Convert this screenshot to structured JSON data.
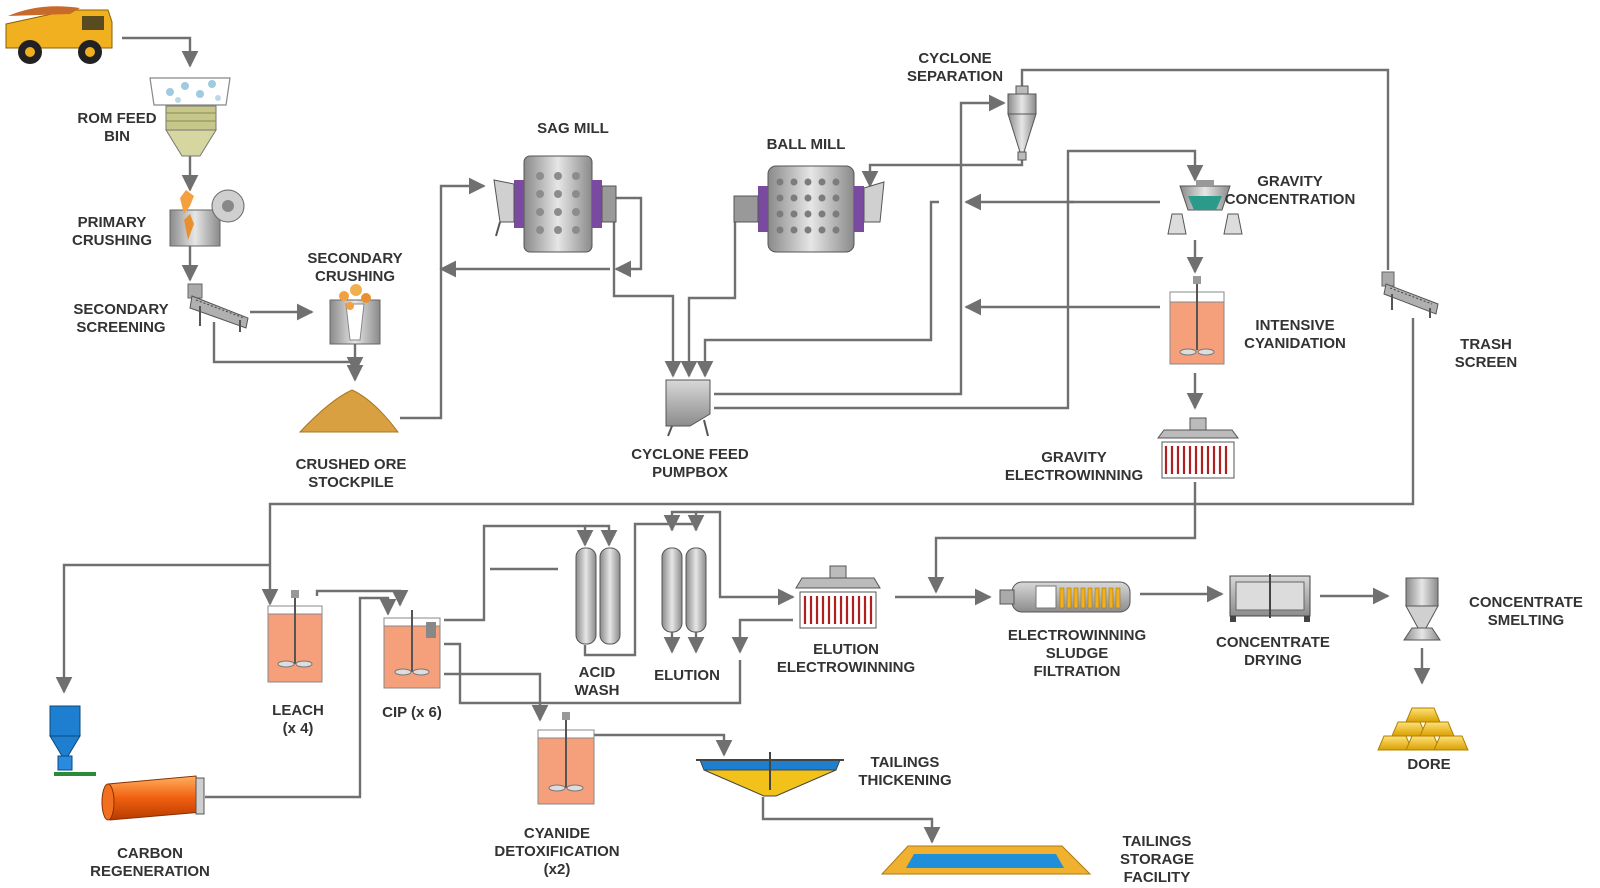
{
  "labels": {
    "rom_feed_bin": "ROM FEED\nBIN",
    "primary_crushing": "PRIMARY\nCRUSHING",
    "secondary_screening": "SECONDARY\nSCREENING",
    "secondary_crushing": "SECONDARY\nCRUSHING",
    "crushed_ore_stockpile": "CRUSHED ORE\nSTOCKPILE",
    "sag_mill": "SAG MILL",
    "ball_mill": "BALL MILL",
    "cyclone_separation": "CYCLONE\nSEPARATION",
    "gravity_concentration": "GRAVITY\nCONCENTRATION",
    "intensive_cyanidation": "INTENSIVE\nCYANIDATION",
    "trash_screen": "TRASH\nSCREEN",
    "cyclone_feed_pumpbox": "CYCLONE FEED\nPUMPBOX",
    "gravity_electrowinning": "GRAVITY\nELECTROWINNING",
    "leach": "LEACH\n(x 4)",
    "cip": "CIP (x 6)",
    "acid_wash": "ACID\nWASH",
    "elution": "ELUTION",
    "elution_electrowinning": "ELUTION\nELECTROWINNING",
    "electrowinning_sludge_filtration": "ELECTROWINNING\nSLUDGE\nFILTRATION",
    "concentrate_drying": "CONCENTRATE\nDRYING",
    "concentrate_smelting": "CONCENTRATE\nSMELTING",
    "dore": "DORE",
    "carbon_regeneration": "CARBON\nREGENERATION",
    "cyanide_detoxification": "CYANIDE\nDETOXIFICATION\n(x2)",
    "tailings_thickening": "TAILINGS\nTHICKENING",
    "tailings_storage_facility": "TAILINGS\nSTORAGE\nFACILITY"
  },
  "icons": [
    "haul-truck-icon",
    "rom-feed-bin-icon",
    "primary-crusher-icon",
    "secondary-screen-icon",
    "secondary-crusher-icon",
    "stockpile-icon",
    "sag-mill-icon",
    "ball-mill-icon",
    "cyclone-icon",
    "gravity-concentrator-icon",
    "intensive-cyanidation-tank-icon",
    "trash-screen-icon",
    "pumpbox-icon",
    "gravity-electrowinning-cell-icon",
    "leach-tank-icon",
    "cip-tank-icon",
    "acid-wash-column-icon",
    "elution-column-icon",
    "elution-electrowinning-cell-icon",
    "filter-press-icon",
    "drying-oven-icon",
    "smelting-furnace-icon",
    "gold-bars-icon",
    "carbon-hopper-icon",
    "regeneration-kiln-icon",
    "detox-tank-icon",
    "tailings-thickener-icon",
    "tailings-pond-icon"
  ],
  "colors": {
    "flow_line": "#707070",
    "label_text": "#333333",
    "slurry_orange": "#f5a07a",
    "truck_yellow": "#f0b020",
    "gold": "#f2c21b",
    "water_blue": "#1e7fd0",
    "kiln_orange": "#f06010",
    "steel_grey": "#a8a8a8",
    "mill_purple": "#7a4aa0",
    "electrode_red": "#b02020"
  }
}
